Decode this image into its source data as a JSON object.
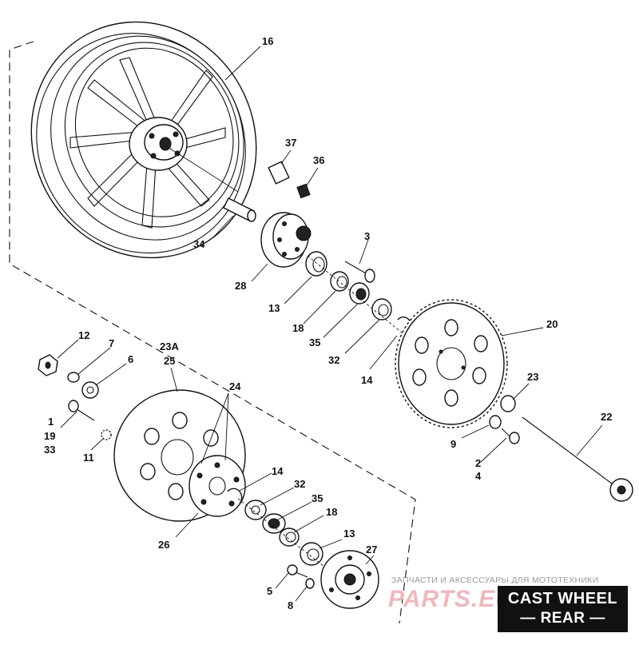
{
  "diagram": {
    "title_line1": "CAST WHEEL",
    "title_line2": "— REAR —",
    "watermark_caption": "ЗАПЧАСТИ И АКСЕССУАРЫ ДЛЯ МОТОТЕХНИКИ",
    "watermark_logo": "PARTS.EU",
    "callouts": {
      "c16": "16",
      "c37": "37",
      "c36": "36",
      "c34": "34",
      "c3": "3",
      "c28": "28",
      "c13a": "13",
      "c18a": "18",
      "c35a": "35",
      "c32a": "32",
      "c14a": "14",
      "c20": "20",
      "c23": "23",
      "c22": "22",
      "c9": "9",
      "c2": "2",
      "c4": "4",
      "c12": "12",
      "c7": "7",
      "c6": "6",
      "c23A": "23A",
      "c25": "25",
      "c24": "24",
      "c1": "1",
      "c19": "19",
      "c33": "33",
      "c11": "11",
      "c14b": "14",
      "c32b": "32",
      "c35b": "35",
      "c18b": "18",
      "c13b": "13",
      "c26": "26",
      "c27": "27",
      "c5": "5",
      "c8": "8"
    }
  }
}
